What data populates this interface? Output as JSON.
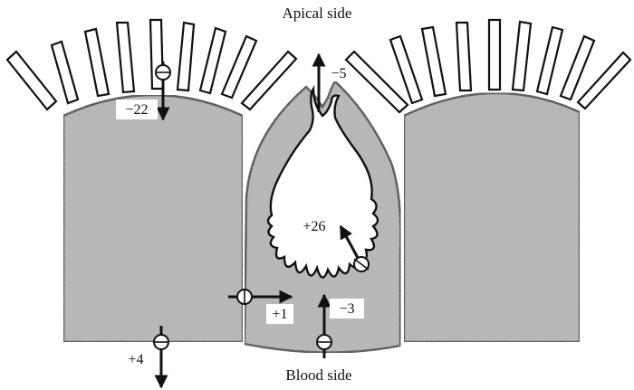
{
  "labels": {
    "top": "Apical side",
    "bottom": "Blood side"
  },
  "values": {
    "left_apical": "−22",
    "left_basal": "+4",
    "center_apical": "−5",
    "center_vesicle": "+26",
    "lateral": "+1",
    "center_basal": "−3"
  },
  "colors": {
    "cell_fill": "#b9b9b9",
    "outline": "#111111",
    "background": "#ffffff"
  }
}
